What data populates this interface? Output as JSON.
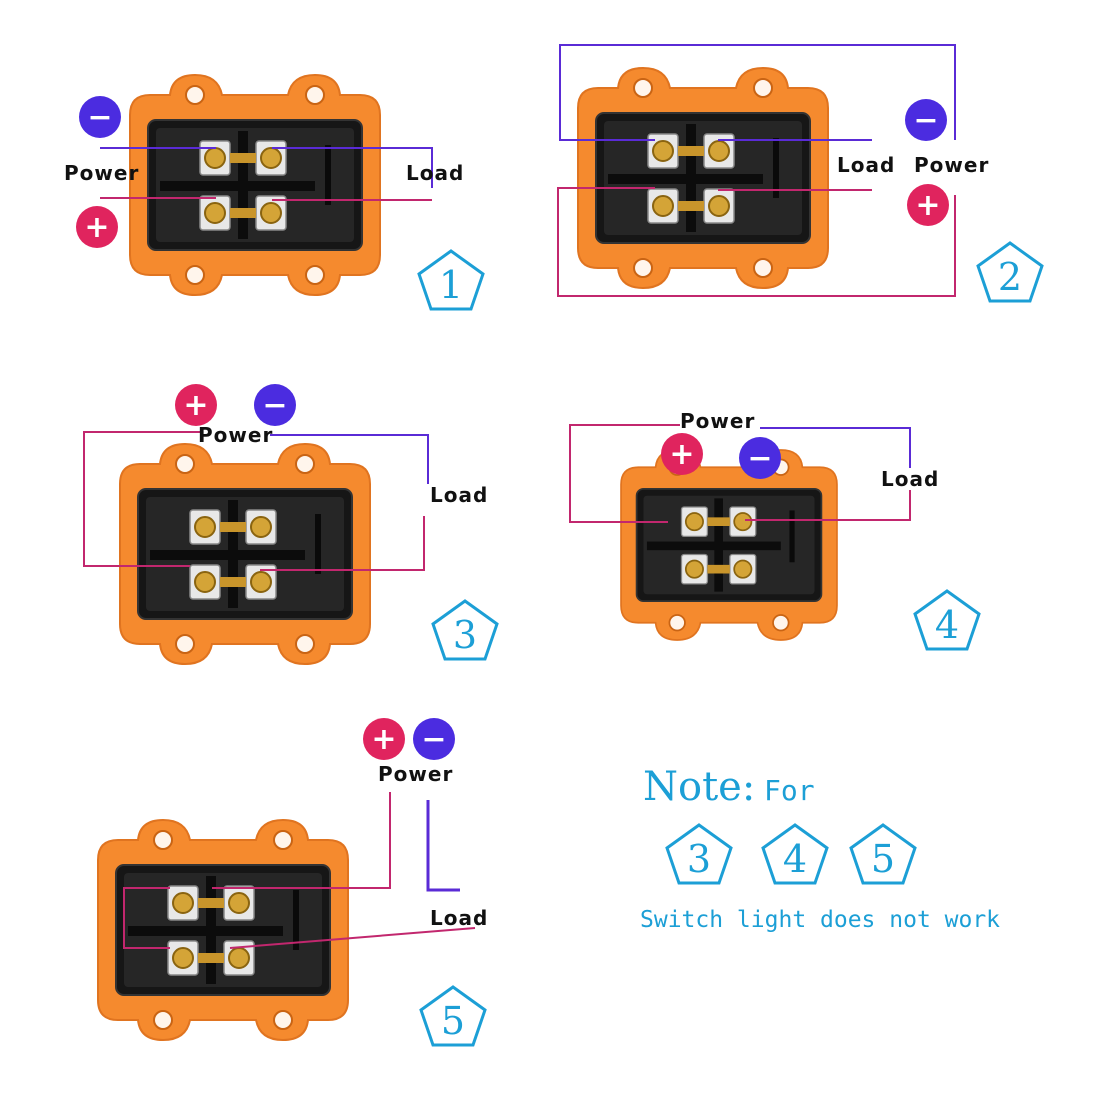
{
  "labels": {
    "power": "Power",
    "load": "Load",
    "plus": "+",
    "minus": "−"
  },
  "diagrams": [
    {
      "number": "1"
    },
    {
      "number": "2"
    },
    {
      "number": "3"
    },
    {
      "number": "4"
    },
    {
      "number": "5"
    }
  ],
  "note": {
    "title": "Note:",
    "for": "For",
    "numbers": [
      "3",
      "4",
      "5"
    ],
    "text": "Switch light does not work"
  },
  "colors": {
    "housing": "#f58a2e",
    "body": "#111111",
    "positive": "#e0245e",
    "negative": "#4b2ce0",
    "wire_positive": "#c2276e",
    "wire_negative": "#5a2bd6",
    "accent": "#1c9fd6"
  }
}
